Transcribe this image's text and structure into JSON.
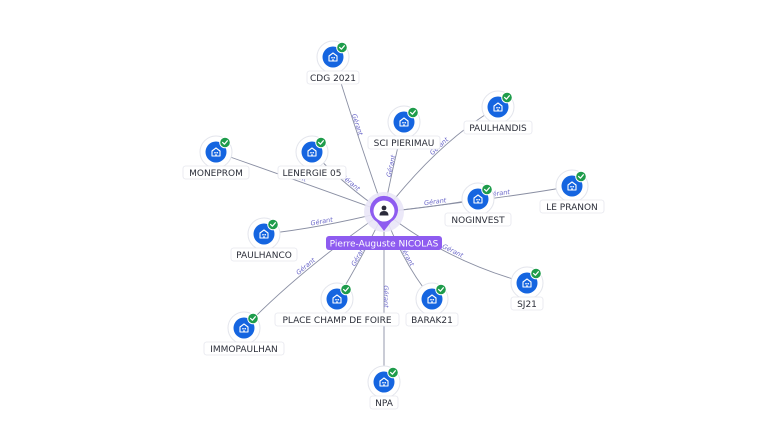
{
  "center": {
    "label": "Pierre-Auguste NICOLAS",
    "icon": "person-icon"
  },
  "edge_label": "Gérant",
  "colors": {
    "company_icon_bg": "#1565e0",
    "verified_badge": "#1e9c4b",
    "center_accent": "#8e5cf0",
    "edge": "#8a8fa3",
    "edge_label": "#6a67c9"
  },
  "companies": [
    {
      "name": "CDG 2021",
      "icon": "building-icon",
      "verified": true
    },
    {
      "name": "SCI PIERIMAU",
      "icon": "building-icon",
      "verified": true
    },
    {
      "name": "PAULHANDIS",
      "icon": "building-icon",
      "verified": true
    },
    {
      "name": "MONEPROM",
      "icon": "building-icon",
      "verified": true
    },
    {
      "name": "LENERGIE 05",
      "icon": "building-icon",
      "verified": true
    },
    {
      "name": "LE PRANON",
      "icon": "building-icon",
      "verified": true
    },
    {
      "name": "NOGINVEST",
      "icon": "building-icon",
      "verified": true
    },
    {
      "name": "PAULHANCO",
      "icon": "building-icon",
      "verified": true
    },
    {
      "name": "SJ21",
      "icon": "building-icon",
      "verified": true
    },
    {
      "name": "PLACE CHAMP DE FOIRE",
      "icon": "building-icon",
      "verified": true
    },
    {
      "name": "BARAK21",
      "icon": "building-icon",
      "verified": true
    },
    {
      "name": "IMMOPAULHAN",
      "icon": "building-icon",
      "verified": true
    },
    {
      "name": "NPA",
      "icon": "building-icon",
      "verified": true
    }
  ]
}
